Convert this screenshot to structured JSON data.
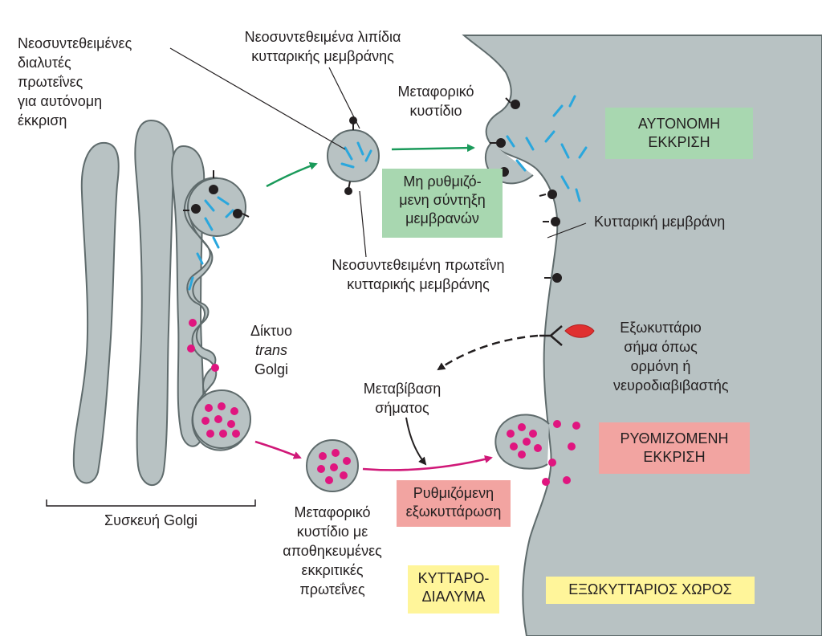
{
  "colors": {
    "membrane_gray": "#b8c2c3",
    "membrane_stroke": "#5f6b6c",
    "lipid_blue": "#2aa7dd",
    "secretory_magenta": "#e0157f",
    "arrow_green": "#1a9a5a",
    "arrow_magenta": "#d01878",
    "signal_red": "#e03030",
    "box_green": "#a8d7b0",
    "box_pink": "#f2a4a1",
    "box_yellow": "#fff59a"
  },
  "labels": {
    "soluble_proteins": [
      "Νεοσυντεθειμένες",
      "διαλυτές",
      "πρωτεΐνες",
      "για αυτόνομη",
      "έκκριση"
    ],
    "lipids": [
      "Νεοσυντεθειμένα λιπίδια",
      "κυτταρικής μεμβράνης"
    ],
    "transport_vesicle": [
      "Μεταφορικό",
      "κυστίδιο"
    ],
    "membrane_protein": [
      "Νεοσυντεθειμένη πρωτεΐνη",
      "κυτταρικής μεμβράνης"
    ],
    "cell_membrane": "Κυτταρική μεμβράνη",
    "trans_golgi_1": "Δίκτυο",
    "trans_golgi_2": "trans",
    "trans_golgi_3": "Golgi",
    "extracellular_signal": [
      "Εξωκυττάριο",
      "σήμα όπως",
      "ορμόνη ή",
      "νευροδιαβιβαστής"
    ],
    "signal_transduction": [
      "Μεταβίβαση",
      "σήματος"
    ],
    "golgi_apparatus": "Συσκευή Golgi",
    "secretory_vesicle": [
      "Μεταφορικό",
      "κυστίδιο με",
      "αποθηκευμένες",
      "εκκριτικές",
      "πρωτεΐνες"
    ]
  },
  "boxes": {
    "constitutive": [
      "ΑΥΤΟΝΟΜΗ",
      "ΕΚΚΡΙΣΗ"
    ],
    "unregulated_synthesis": [
      "Μη ρυθμιζό-",
      "μενη σύντηξη",
      "μεμβρανών"
    ],
    "regulated": [
      "ΡΥΘΜΙΖΟΜΕΝΗ",
      "ΕΚΚΡΙΣΗ"
    ],
    "regulated_exocytosis": [
      "Ρυθμιζόμενη",
      "εξωκυττάρωση"
    ],
    "cytosol": [
      "ΚΥΤΤΑΡΟ-",
      "ΔΙΑΛΥΜΑ"
    ],
    "extracellular_space": "ΕΞΩΚΥΤΤΑΡΙΟΣ ΧΩΡΟΣ"
  }
}
